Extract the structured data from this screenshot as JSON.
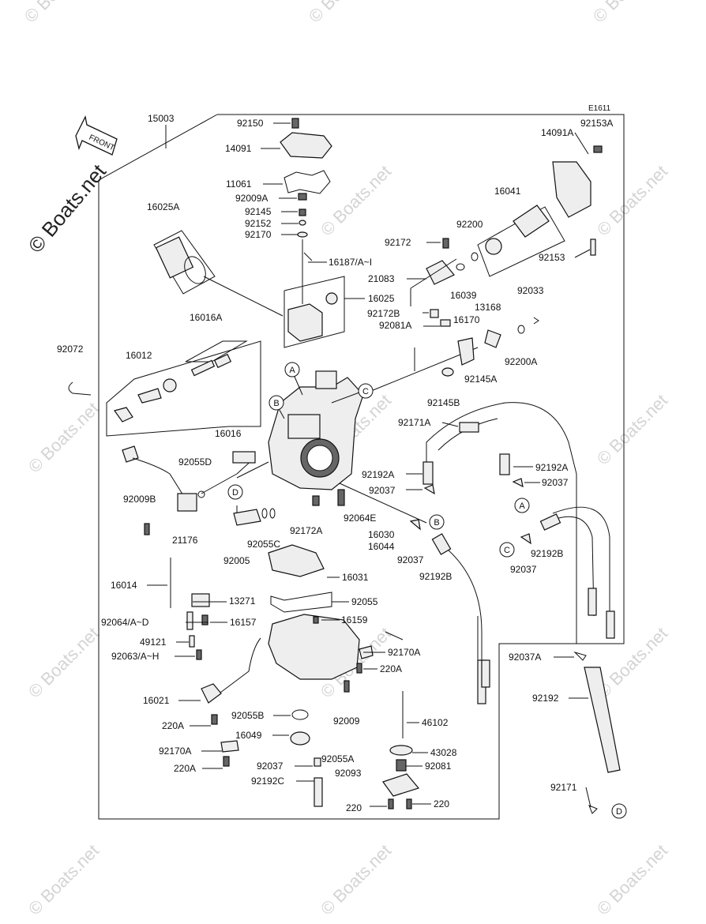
{
  "diagram_code": "E1611",
  "front_label": "FRONT",
  "watermark": "© Boats.net",
  "watermark_tiles": [
    "© Boats.net",
    "© Boats.net",
    "© Boats.net",
    "© Boats.net",
    "© Boats.net",
    "© Boats.net",
    "© Boats.net",
    "© Boats.net",
    "© Boats.net",
    "© Boats.net",
    "© Boats.net",
    "© Boats.net",
    "© Boats.net",
    "© Boats.net",
    "© Boats.net"
  ],
  "callouts": {
    "a": "A",
    "b": "B",
    "c": "C",
    "d": "D"
  },
  "parts": [
    "15003",
    "92150",
    "14091",
    "11061",
    "92009A",
    "92145",
    "92152",
    "92170",
    "16187/A~I",
    "16025A",
    "16025",
    "16016A",
    "16012",
    "92072",
    "16016",
    "92055D",
    "92009B",
    "21176",
    "92005",
    "92055C",
    "16014",
    "13271",
    "92064/A~D",
    "16157",
    "49121",
    "92063/A~H",
    "16021",
    "220A",
    "92170A",
    "220A",
    "92055B",
    "16049",
    "92037",
    "92192C",
    "92009",
    "16031",
    "92055",
    "16159",
    "92170A",
    "220A",
    "46102",
    "92055A",
    "43028",
    "92093",
    "92081",
    "220",
    "220",
    "92172A",
    "92064E",
    "16030",
    "16044",
    "92037",
    "92192B",
    "92192A",
    "92037",
    "92171A",
    "92145B",
    "92172",
    "21083",
    "16039",
    "92200",
    "16041",
    "92153",
    "14091A",
    "92153A",
    "92172B",
    "92081A",
    "16170",
    "13168",
    "92033",
    "92200A",
    "92145A",
    "92192A",
    "92037",
    "92192B",
    "92037",
    "92037A",
    "92192",
    "92171"
  ]
}
